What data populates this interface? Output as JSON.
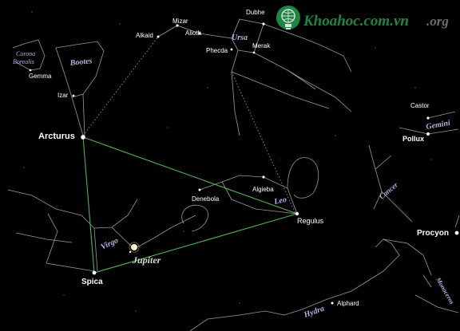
{
  "stars": {
    "dubhe": "Dubhe",
    "mizar": "Mizar",
    "alkaid": "Alkaid",
    "alioth": "Alioth",
    "phecda": "Phecda",
    "merak": "Merak",
    "gemma": "Gemma",
    "izar": "Izar",
    "arcturus": "Arcturus",
    "castor": "Castor",
    "pollux": "Pollux",
    "denebola": "Denebola",
    "algieba": "Algieba",
    "regulus": "Regulus",
    "procyon": "Procyon",
    "spica": "Spica",
    "alphard": "Alphard"
  },
  "constellations": {
    "corona_line1": "Corona",
    "corona_line2": "Borealis",
    "bootes": "Bootes",
    "ursa": "Ursa",
    "gemini": "Gemini",
    "leo": "Leo",
    "cancer": "Cancer",
    "virgo": "Virgo",
    "hydra": "Hydra",
    "monoceros": "Monoceros"
  },
  "planet": {
    "jupiter": "Jupiter"
  },
  "watermark": {
    "text": "Khoahoc.com.vn",
    "text_tail": ".org",
    "icon": "lightbulb-globe-icon"
  },
  "colors": {
    "background": "#000000",
    "lines": "#9a9a9a",
    "triangle": "#4fb24f",
    "constellation_label": "#bfb2e6",
    "watermark": "#1f9a4a"
  }
}
